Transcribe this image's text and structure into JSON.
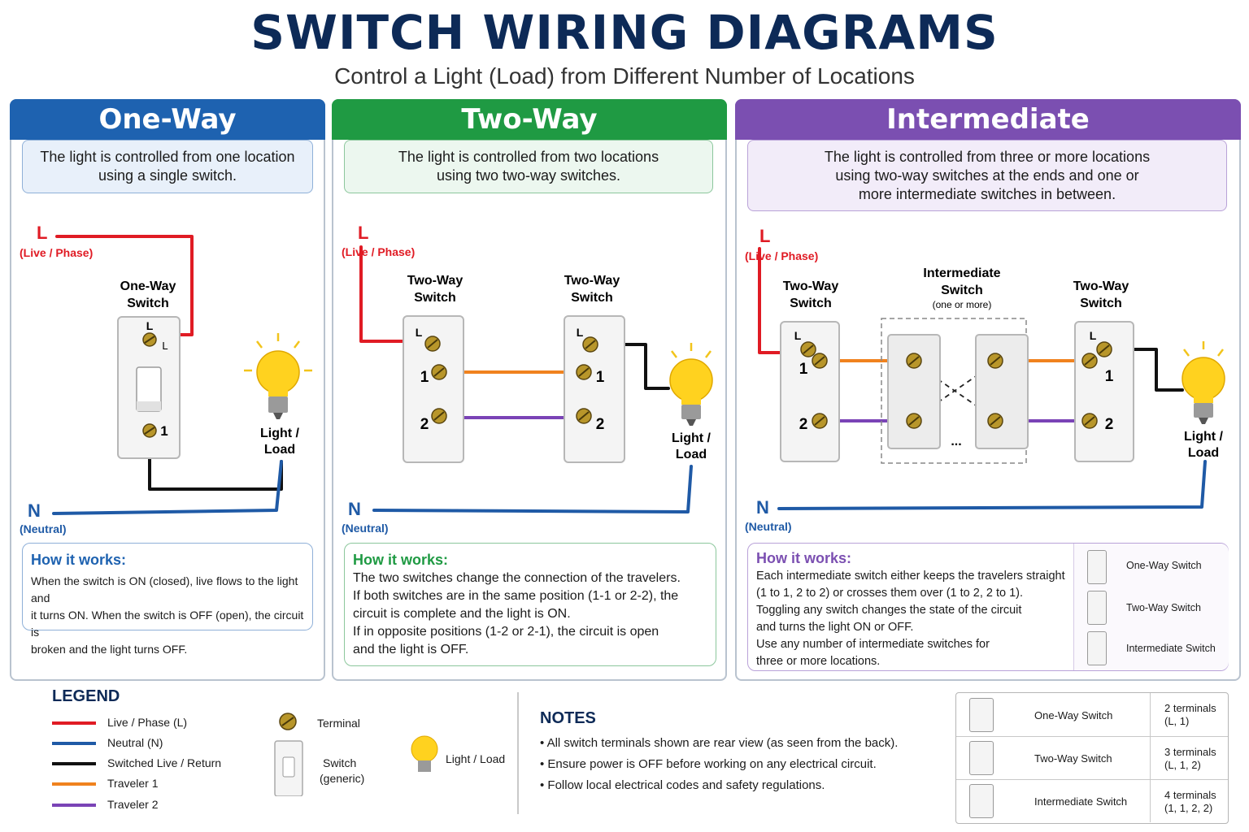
{
  "title": "SWITCH WIRING DIAGRAMS",
  "subtitle": "Control a Light (Load) from Different Number of Locations",
  "colors": {
    "live": "#e01b24",
    "neutral": "#1f5aa6",
    "switched": "#111111",
    "traveler1": "#f0821e",
    "traveler2": "#7a43b6",
    "oneway": "#1e62b0",
    "twoway": "#1f9a43",
    "intermediate": "#7b4fb1"
  },
  "panels": {
    "oneway": {
      "header": "One-Way",
      "description": "The light is controlled from one location\nusing a single switch.",
      "live_label": "L",
      "live_sub": "(Live / Phase)",
      "neutral_label": "N",
      "neutral_sub": "(Neutral)",
      "switch_title_1": "One-Way",
      "switch_title_2": "Switch",
      "term_L_top": "L",
      "term_L_side": "L",
      "term_1": "1",
      "light_1": "Light /",
      "light_2": "Load",
      "how_title": "How it works:",
      "how_text": "When the switch is ON (closed), live flows to the light and\nit turns ON. When the switch is OFF (open), the circuit is\nbroken and the light turns OFF."
    },
    "twoway": {
      "header": "Two-Way",
      "description": "The light is controlled from two locations\nusing two two-way switches.",
      "live_label": "L",
      "live_sub": "(Live / Phase)",
      "neutral_label": "N",
      "neutral_sub": "(Neutral)",
      "sw1_title_1": "Two-Way",
      "sw1_title_2": "Switch",
      "sw2_title_1": "Two-Way",
      "sw2_title_2": "Switch",
      "term_L": "L",
      "term_1": "1",
      "term_2": "2",
      "light_1": "Light /",
      "light_2": "Load",
      "how_title": "How it works:",
      "how_text": "The two switches change the connection of the travelers.\nIf both switches are in the same position (1-1 or 2-2), the\ncircuit is complete and the light is ON.\nIf in opposite positions (1-2 or 2-1), the circuit is open\nand the light is OFF."
    },
    "intermediate": {
      "header": "Intermediate",
      "description": "The light is controlled from three or more locations\nusing two-way switches at the ends and one or\nmore intermediate switches in between.",
      "live_label": "L",
      "live_sub": "(Live / Phase)",
      "neutral_label": "N",
      "neutral_sub": "(Neutral)",
      "sw1_title_1": "Two-Way",
      "sw1_title_2": "Switch",
      "mid_title_1": "Intermediate",
      "mid_title_2": "Switch",
      "mid_title_3": "(one or more)",
      "sw2_title_1": "Two-Way",
      "sw2_title_2": "Switch",
      "term_L": "L",
      "term_1": "1",
      "term_2": "2",
      "ellipsis": "...",
      "light_1": "Light /",
      "light_2": "Load",
      "how_title": "How it works:",
      "how_text": "Each intermediate switch either keeps the travelers straight\n(1 to 1, 2 to 2) or crosses them over (1 to 2, 2 to 1).\nToggling any switch changes the state of the circuit\nand turns the light ON or OFF.\nUse any number of intermediate switches for\nthree or more locations.",
      "mini_legend": [
        "One-Way Switch",
        "Two-Way Switch",
        "Intermediate Switch"
      ]
    }
  },
  "legend": {
    "title": "LEGEND",
    "lines": [
      {
        "label": "Live / Phase (L)",
        "color": "#e01b24"
      },
      {
        "label": "Neutral (N)",
        "color": "#1f5aa6"
      },
      {
        "label": "Switched Live / Return",
        "color": "#111111"
      },
      {
        "label": "Traveler 1",
        "color": "#f0821e"
      },
      {
        "label": "Traveler 2",
        "color": "#7a43b6"
      }
    ],
    "terminal": "Terminal",
    "switch_1": "Switch",
    "switch_2": "(generic)",
    "light": "Light / Load"
  },
  "notes": {
    "title": "NOTES",
    "items": [
      "All switch terminals shown are rear view (as seen from the back).",
      "Ensure power is OFF before working on any electrical circuit.",
      "Follow local electrical codes and safety regulations."
    ]
  },
  "table": {
    "rows": [
      {
        "name": "One-Way Switch",
        "t1": "2 terminals",
        "t2": "(L, 1)"
      },
      {
        "name": "Two-Way Switch",
        "t1": "3 terminals",
        "t2": "(L, 1, 2)"
      },
      {
        "name": "Intermediate Switch",
        "t1": "4 terminals",
        "t2": "(1, 1, 2, 2)"
      }
    ]
  }
}
